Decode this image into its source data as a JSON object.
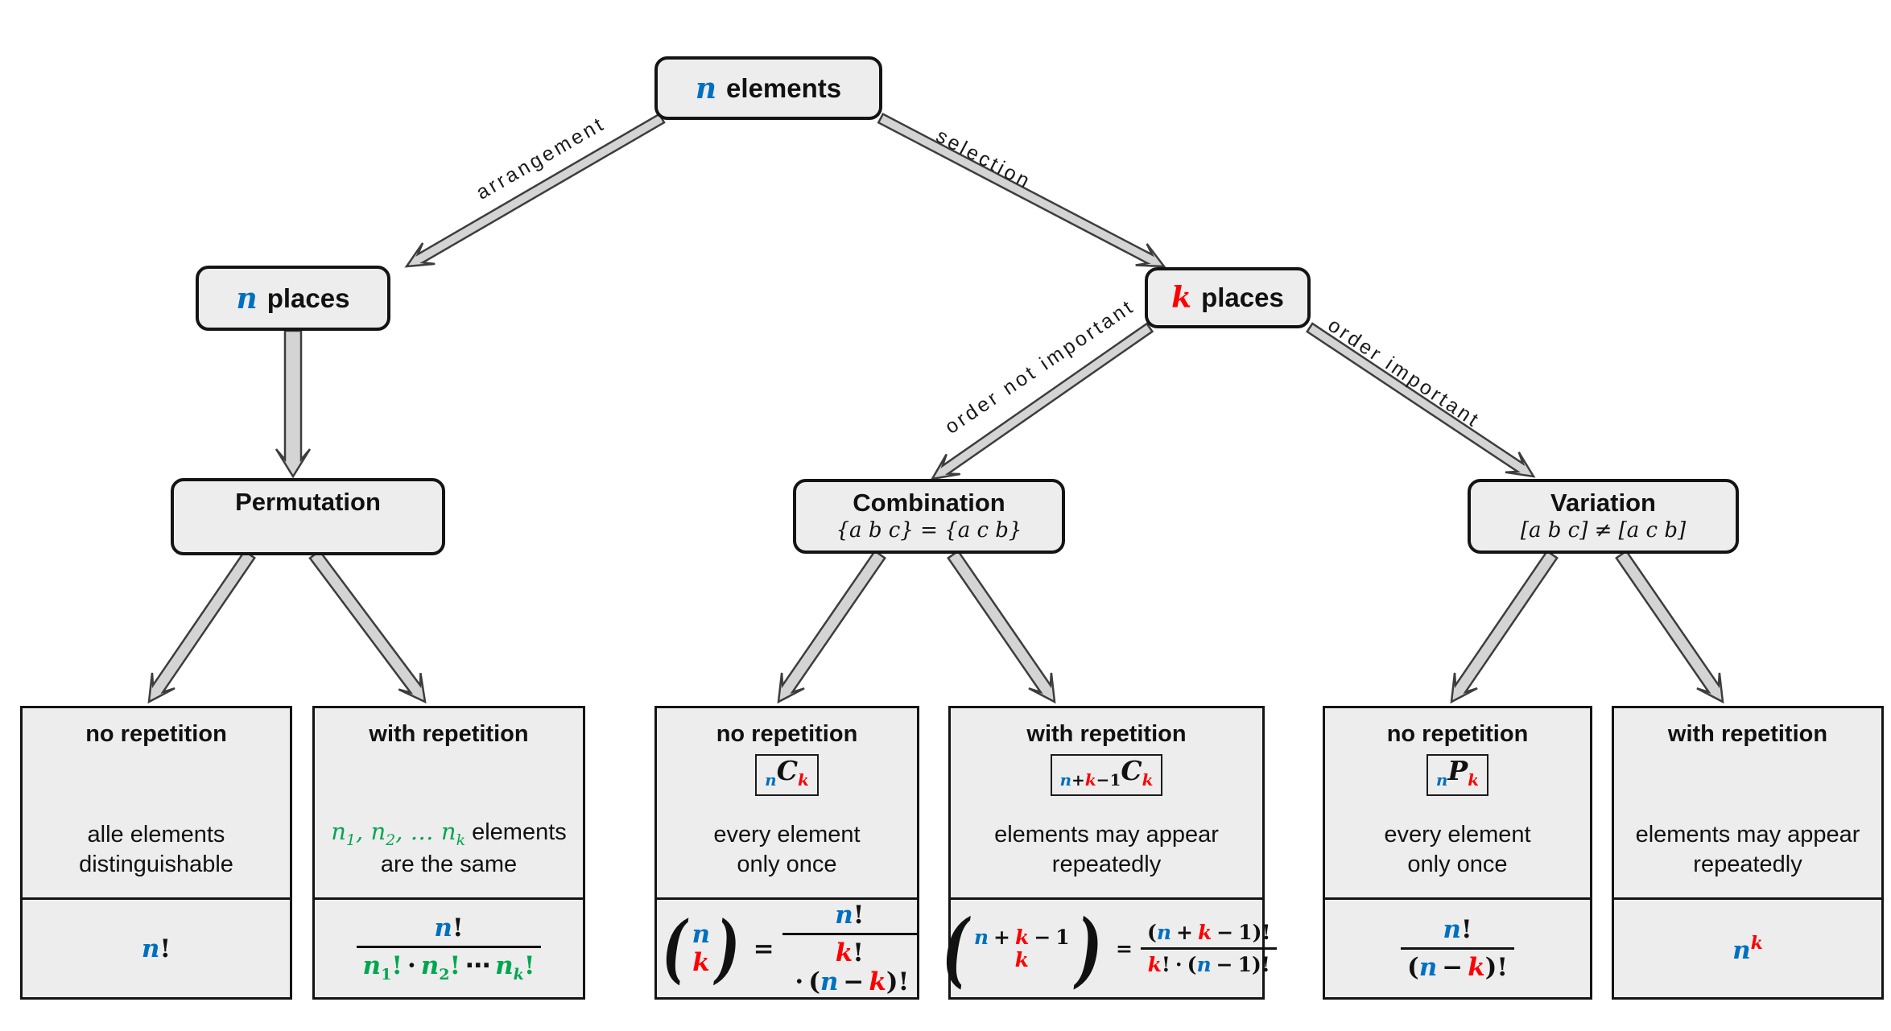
{
  "colors": {
    "n_blue": "#0070C0",
    "k_red": "#FF0000",
    "green": "#00A651",
    "box_fill": "#EDEDED",
    "box_border": "#141414",
    "arrow_fill": "#D4D4D4",
    "arrow_outline": "#3D3D3D",
    "background": "#FFFFFF"
  },
  "nodes": {
    "root": {
      "math": "n",
      "label": "elements"
    },
    "n_places": {
      "math": "n",
      "label": "places"
    },
    "k_places": {
      "math": "k",
      "label": "places"
    },
    "permutation": {
      "title": "Permutation",
      "subtitle": ""
    },
    "combination": {
      "title": "Combination",
      "subtitle": "{a b c} = {a c b}"
    },
    "variation": {
      "title": "Variation",
      "subtitle": "[a b c] ≠ [a c b]"
    }
  },
  "edge_labels": {
    "arrangement": "arrangement",
    "selection": "selection",
    "order_not_important": "order not important",
    "order_important": "order important"
  },
  "sym": {
    "n": "n",
    "k": "k",
    "C": "C",
    "P": "P",
    "one": "1",
    "two": "2",
    "plus": "+",
    "minus": "−",
    "eq": "=",
    "bang": "!",
    "cdot": "·",
    "cdots": "⋯",
    "ellipsis": "…",
    "comma": ",",
    "lp": "(",
    "rp": ")"
  },
  "leaves": [
    {
      "header": "no repetition",
      "line1": "alle elements",
      "line2": "distinguishable"
    },
    {
      "header": "with repetition",
      "line1_suffix": "elements",
      "line2": "are the same"
    },
    {
      "header": "no repetition",
      "line1": "every element",
      "line2": "only once"
    },
    {
      "header": "with repetition",
      "line1": "elements may appear",
      "line2": "repeatedly"
    },
    {
      "header": "no repetition",
      "line1": "every element",
      "line2": "only once"
    },
    {
      "header": "with repetition",
      "line1": "elements may appear",
      "line2": "repeatedly"
    }
  ]
}
